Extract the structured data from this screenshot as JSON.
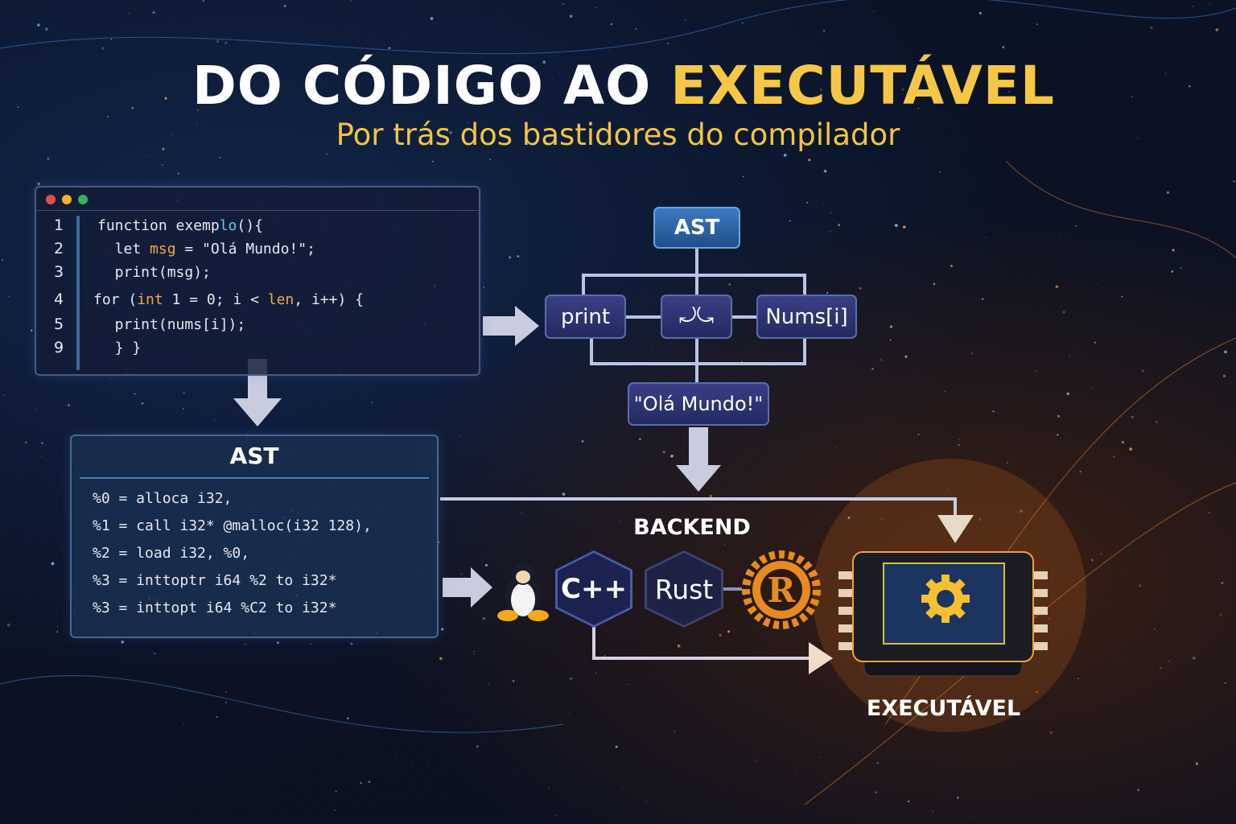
{
  "title": {
    "part1": "DO CÓDIGO AO ",
    "part2": "EXECUTÁVEL",
    "subtitle": "Por trás dos bastidores do compilador"
  },
  "colors": {
    "accent": "#f6c744",
    "panel": "#141c37",
    "node": "#2c3370",
    "orange_glow": "#f08a2a"
  },
  "code_panel": {
    "window_dots": [
      "#e0504a",
      "#f0b030",
      "#3bb060"
    ],
    "line_numbers": [
      "1",
      "2",
      "3",
      "4",
      "5",
      "9"
    ],
    "lines": [
      {
        "a": "function exemp",
        "b": "lo",
        "c": "(){"
      },
      {
        "a": "  let ",
        "b": "msg",
        "c": " = \"Olá Mundo!\";"
      },
      {
        "a": "  print(msg);"
      },
      {
        "a": "for (",
        "b": "int",
        "c": " 1 = 0; i < ",
        "d": "len",
        "e": ", i++) {"
      },
      {
        "a": "  print(nums[i]);"
      },
      {
        "a": "  } }"
      }
    ]
  },
  "ast_tree": {
    "root": "AST",
    "children": [
      "print",
      "loop-icon",
      "Nums[i]"
    ],
    "leaf": "\"Olá Mundo!\""
  },
  "ir_panel": {
    "title": "AST",
    "lines": [
      "%0 = alloca i32,",
      "%1 = call i32* @malloc(i32 128),",
      "%2 = load i32, %0,",
      "%3 = inttoptr i64 %2 to i32*",
      "%3 = inttopt i64 %C2 to i32*"
    ]
  },
  "backend": {
    "label": "BACKEND",
    "items": [
      "linux-penguin-icon",
      "C++",
      "Rust",
      "rust-gear-logo"
    ]
  },
  "executable": {
    "label": "EXECUTÁVEL",
    "icon": "cpu-chip-gear-icon"
  }
}
